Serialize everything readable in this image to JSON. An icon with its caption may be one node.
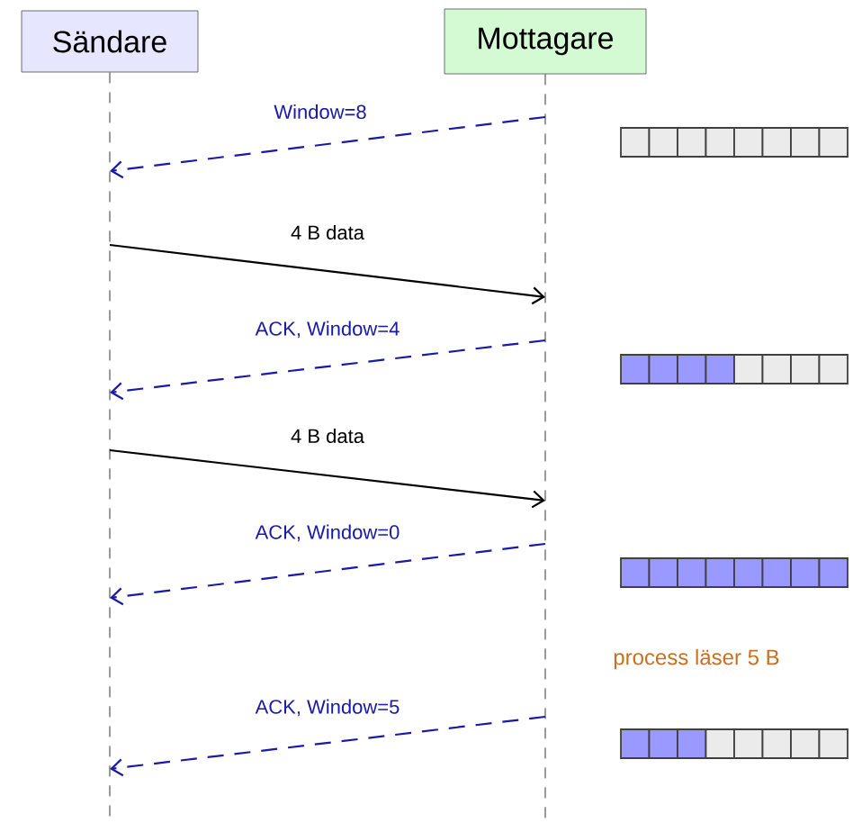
{
  "diagram": {
    "nodes": [
      {
        "text": [
          "Sändare"
        ]
      },
      {
        "text": [
          "Mottagare"
        ]
      }
    ],
    "edges": [
      {
        "from": 1,
        "to": 0,
        "arrow": "to",
        "label": "Window=8",
        "style": "dashed",
        "color": "#1a1aa6"
      },
      {
        "from": 0,
        "to": 1,
        "arrow": "to",
        "label": "4 B data",
        "color": "#000000"
      },
      {
        "from": 1,
        "to": 0,
        "arrow": "to",
        "label": "ACK, Window=4",
        "style": "dashed",
        "color": "#1a1aa6"
      },
      {
        "from": 0,
        "to": 1,
        "arrow": "to",
        "label": "4 B data",
        "color": "#000000"
      },
      {
        "from": 1,
        "to": 0,
        "arrow": "to",
        "label": "ACK, Window=0",
        "style": "dashed",
        "color": "#1a1aa6"
      },
      {
        "from": 1,
        "to": 0,
        "arrow": "to",
        "label": "ACK, Window=5",
        "style": "dashed",
        "color": "#1a1aa6"
      }
    ],
    "labels": [
      "process läser 5 B"
    ]
  }
}
